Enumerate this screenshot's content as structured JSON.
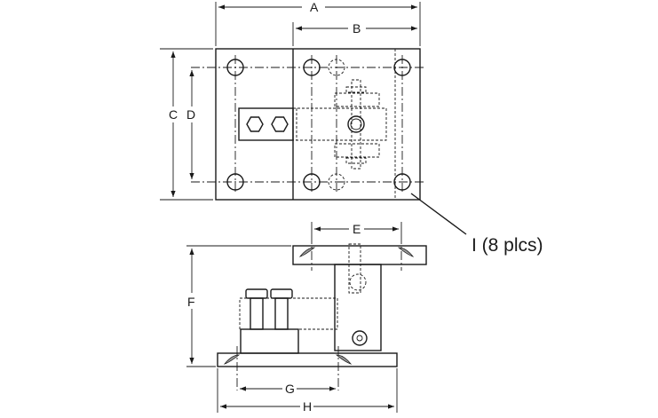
{
  "dimensions": {
    "A": "A",
    "B": "B",
    "C": "C",
    "D": "D",
    "E": "E",
    "F": "F",
    "G": "G",
    "H": "H"
  },
  "callout": "I (8 plcs)"
}
